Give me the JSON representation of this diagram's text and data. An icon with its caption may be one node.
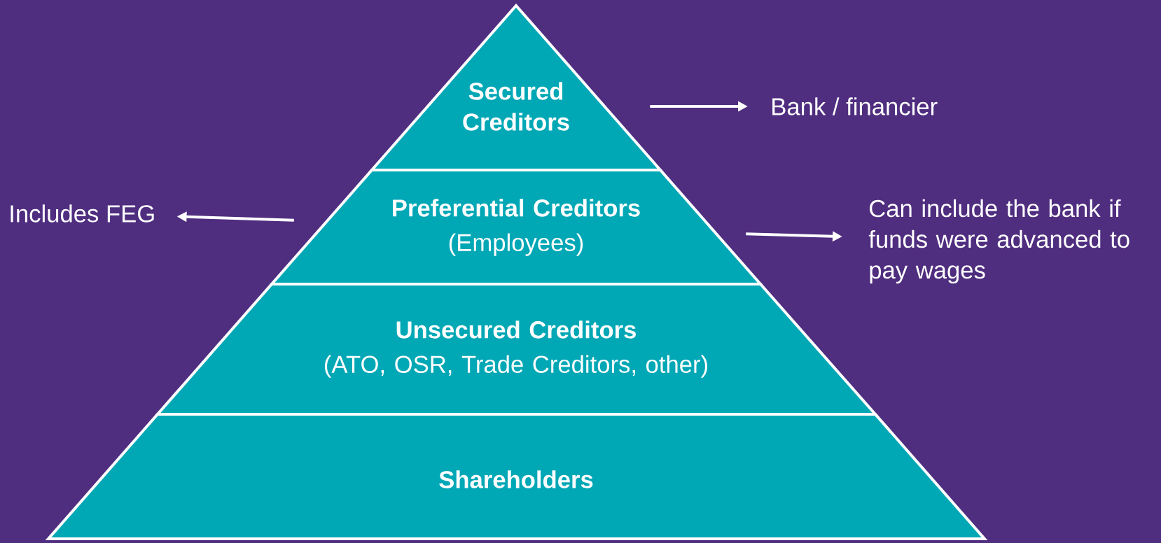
{
  "diagram": {
    "nodes": [
      {
        "text": [
          "Secured Creditors"
        ]
      },
      {
        "text": [
          "Bank / financier"
        ]
      },
      {
        "text": [
          "Preferential Creditors",
          "(Employees)"
        ]
      },
      {
        "text": [
          "Includes FEG"
        ]
      },
      {
        "text": [
          "Can include the bank if funds were advanced to pay wages"
        ]
      },
      {
        "text": [
          "Unsecured Creditors",
          "(ATO, OSR, Trade Creditors, other)"
        ]
      },
      {
        "text": [
          "Shareholders"
        ]
      }
    ],
    "edges": [
      {
        "from": 0,
        "to": 1,
        "arrow": "to"
      },
      {
        "from": 2,
        "to": 3,
        "arrow": "to"
      },
      {
        "from": 2,
        "to": 4,
        "arrow": "to"
      }
    ]
  }
}
